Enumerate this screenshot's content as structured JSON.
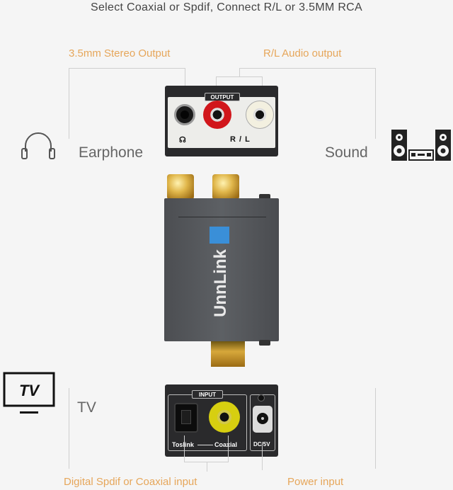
{
  "headline": "Select Coaxial or Spdif,  Connect R/L or 3.5MM RCA",
  "labels": {
    "stereo_output": "3.5mm Stereo Output",
    "rl_audio_output": "R/L Audio output",
    "earphone": "Earphone",
    "sound": "Sound",
    "tv": "TV",
    "digital_input": "Digital Spdif or Coaxial input",
    "power_input": "Power input"
  },
  "output_panel": {
    "title": "OUTPUT",
    "rl": "R / L",
    "headphone_glyph": "☊"
  },
  "input_panel": {
    "title": "INPUT",
    "toslink": "Toslink",
    "coaxial": "Coaxial",
    "dc": "DC/5V"
  },
  "device": {
    "brand": "UnnLink"
  },
  "tv_icon_text": "TV",
  "colors": {
    "accent_orange": "#e6a65a",
    "brand_blue": "#3a8fd8",
    "device_grey": "#55575b"
  }
}
